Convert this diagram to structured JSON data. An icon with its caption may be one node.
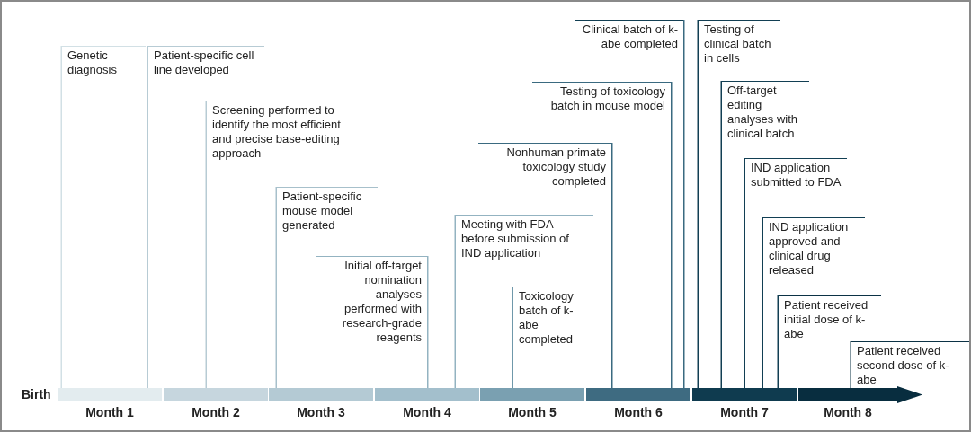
{
  "diagram": {
    "nodes": [
      {
        "text": [
          "Genetic diagnosis"
        ]
      },
      {
        "text": [
          "Patient-specific cell line developed"
        ]
      },
      {
        "text": [
          "Screening performed to identify the most efficient and precise base-editing approach"
        ]
      },
      {
        "text": [
          "Patient-specific mouse model generated"
        ]
      },
      {
        "text": [
          "Initial off-target nomination analyses performed with research-grade reagents"
        ]
      },
      {
        "text": [
          "Meeting with FDA before submission of IND application"
        ]
      },
      {
        "text": [
          "Toxicology batch of k-abe completed"
        ]
      },
      {
        "text": [
          "Nonhuman primate toxicology study completed"
        ]
      },
      {
        "text": [
          "Testing of toxicology batch in mouse model"
        ]
      },
      {
        "text": [
          "Clinical batch of k-abe completed"
        ]
      },
      {
        "text": [
          "Testing of clinical batch in cells"
        ]
      },
      {
        "text": [
          "Off-target editing analyses with clinical batch"
        ]
      },
      {
        "text": [
          "IND application submitted to FDA"
        ]
      },
      {
        "text": [
          "IND application approved and clinical drug released"
        ]
      },
      {
        "text": [
          "Patient received initial dose of k-abe"
        ]
      },
      {
        "text": [
          "Patient received second dose of k-abe"
        ]
      },
      {
        "text": [
          "Month 1"
        ]
      },
      {
        "text": [
          "Month 2"
        ]
      },
      {
        "text": [
          "Month 3"
        ]
      },
      {
        "text": [
          "Month 4"
        ]
      },
      {
        "text": [
          "Month 5"
        ]
      },
      {
        "text": [
          "Month 6"
        ]
      },
      {
        "text": [
          "Month 7"
        ]
      },
      {
        "text": [
          "Month 8"
        ]
      }
    ],
    "edges": [
      {
        "from": 0,
        "to": 16,
        "arrow": "none",
        "color": "#d2e0e5"
      },
      {
        "from": 1,
        "to": 16,
        "arrow": "none",
        "color": "#b7cbd4"
      },
      {
        "from": 2,
        "to": 17,
        "arrow": "none",
        "color": "#b7cbd4"
      },
      {
        "from": 3,
        "to": 18,
        "arrow": "none",
        "color": "#a7c0cb"
      },
      {
        "from": 4,
        "to": 19,
        "arrow": "none",
        "color": "#93b3c1"
      },
      {
        "from": 5,
        "to": 19,
        "arrow": "none",
        "color": "#93b3c1"
      },
      {
        "from": 6,
        "to": 20,
        "arrow": "none",
        "color": "#6f98aa"
      },
      {
        "from": 7,
        "to": 21,
        "arrow": "none",
        "color": "#3a6a80"
      },
      {
        "from": 8,
        "to": 21,
        "arrow": "none",
        "color": "#3a6a80"
      },
      {
        "from": 9,
        "to": 21,
        "arrow": "none",
        "color": "#3a6a80"
      },
      {
        "from": 10,
        "to": 22,
        "arrow": "none"
      },
      {
        "from": 11,
        "to": 22,
        "arrow": "none"
      },
      {
        "from": 12,
        "to": 22,
        "arrow": "none"
      },
      {
        "from": 13,
        "to": 22,
        "arrow": "none"
      },
      {
        "from": 14,
        "to": 22,
        "arrow": "none"
      },
      {
        "from": 15,
        "to": 23,
        "arrow": "none",
        "color": "#0b3245"
      }
    ],
    "labels": [
      "Birth"
    ]
  }
}
